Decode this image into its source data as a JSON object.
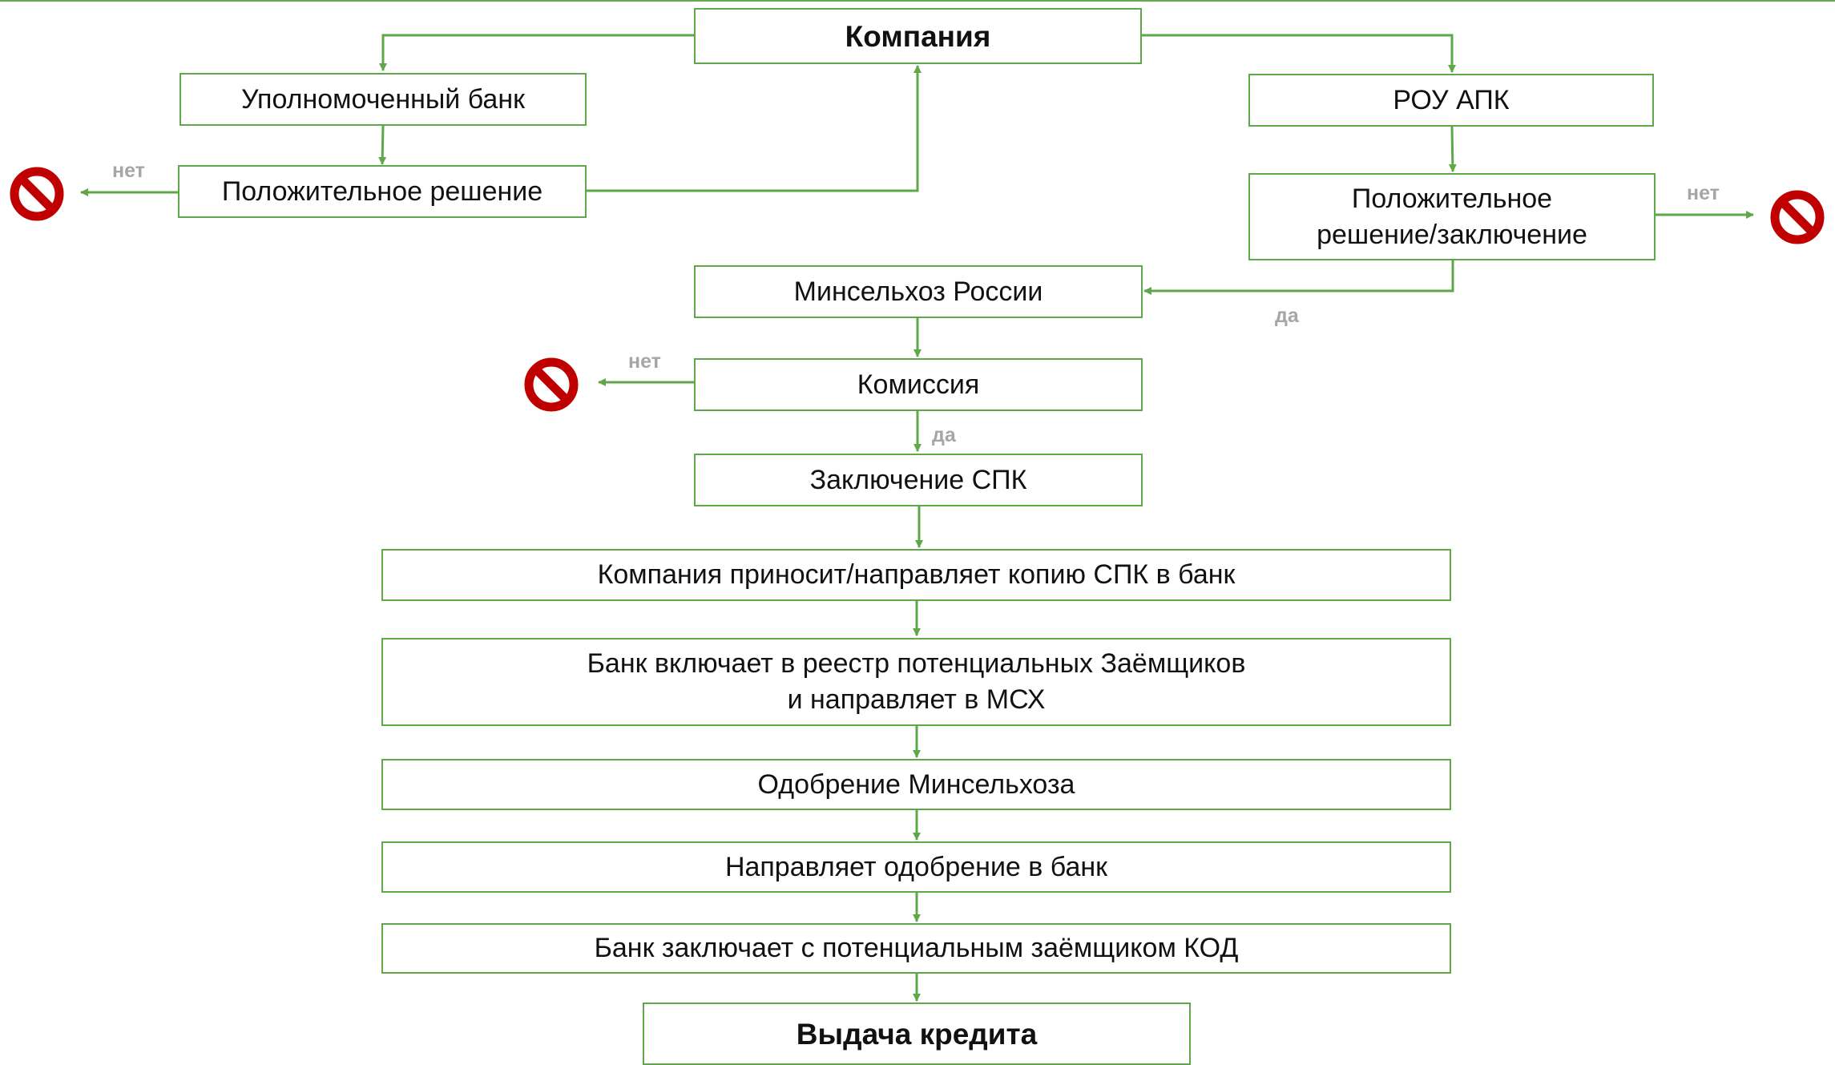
{
  "colors": {
    "stroke": "#5fa84a",
    "label": "#a6a6a6",
    "stop": "#c00000"
  },
  "icons": {
    "stop": "no-entry-sign-icon"
  },
  "nodes": {
    "company": "Компания",
    "authorized_bank": "Уполномоченный банк",
    "bank_positive_decision": "Положительное решение",
    "rou_apk": "РОУ АПК",
    "rou_positive_decision": "Положительное\nрешение/заключение",
    "minselkhoz": "Минсельхоз России",
    "commission": "Комиссия",
    "spk_conclusion": "Заключение СПК",
    "company_brings_copy": "Компания приносит/направляет копию СПК в банк",
    "bank_includes_registry": "Банк включает в реестр потенциальных Заёмщиков\nи направляет в МСХ",
    "minselkhoz_approval": "Одобрение Минсельхоза",
    "sends_approval": "Направляет одобрение в банк",
    "bank_concludes_kod": "Банк заключает с потенциальным заёмщиком  КОД",
    "loan_issuance": "Выдача кредита"
  },
  "labels": {
    "bank_no": "нет",
    "rou_no": "нет",
    "rou_yes": "да",
    "commission_no": "нет",
    "commission_yes": "да"
  }
}
